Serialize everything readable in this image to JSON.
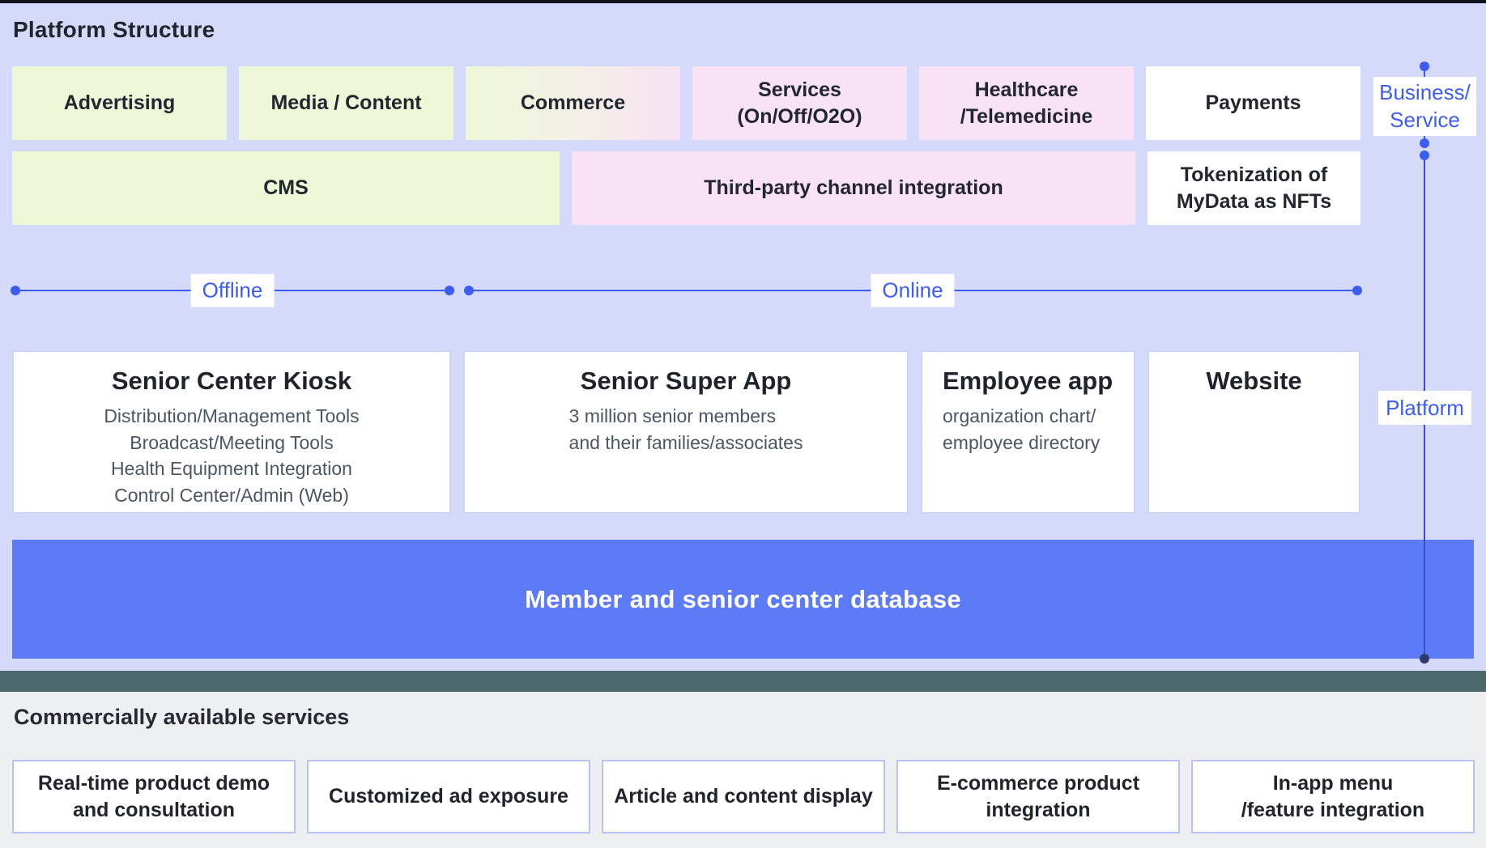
{
  "colors": {
    "accent": "#3d5cf2",
    "green": "#eef8d8",
    "pink": "#f8e2f4",
    "lavender": "#d6dafa",
    "db_blue": "#5d7bf8",
    "teal": "#4d686d"
  },
  "platform": {
    "title": "Platform Structure",
    "row1": {
      "advertising": "Advertising",
      "media": "Media / Content",
      "commerce": "Commerce",
      "services": "Services\n(On/Off/O2O)",
      "healthcare": "Healthcare\n/Telemedicine",
      "payments": "Payments"
    },
    "row2": {
      "cms": "CMS",
      "third_party": "Third-party channel integration",
      "tokenization": "Tokenization of\nMyData as NFTs"
    },
    "axis": {
      "offline": "Offline",
      "online": "Online"
    },
    "side_labels": {
      "business_service": "Business/\nService",
      "platform": "Platform"
    },
    "apps": {
      "kiosk": {
        "title": "Senior Center Kiosk",
        "sub": "Distribution/Management Tools\nBroadcast/Meeting Tools\nHealth Equipment Integration\nControl Center/Admin (Web)"
      },
      "super_app": {
        "title": "Senior Super App",
        "sub": "3 million senior members\nand their families/associates"
      },
      "employee_app": {
        "title": "Employee app",
        "sub": "organization chart/\nemployee directory"
      },
      "website": {
        "title": "Website",
        "sub": ""
      }
    },
    "database_bar": "Member and senior center database"
  },
  "services_section": {
    "title": "Commercially available services",
    "items": {
      "demo": "Real-time product demo\nand consultation",
      "ad": "Customized ad exposure",
      "article": "Article and content display",
      "ecommerce": "E-commerce product\nintegration",
      "inapp": "In-app menu\n/feature integration"
    }
  }
}
